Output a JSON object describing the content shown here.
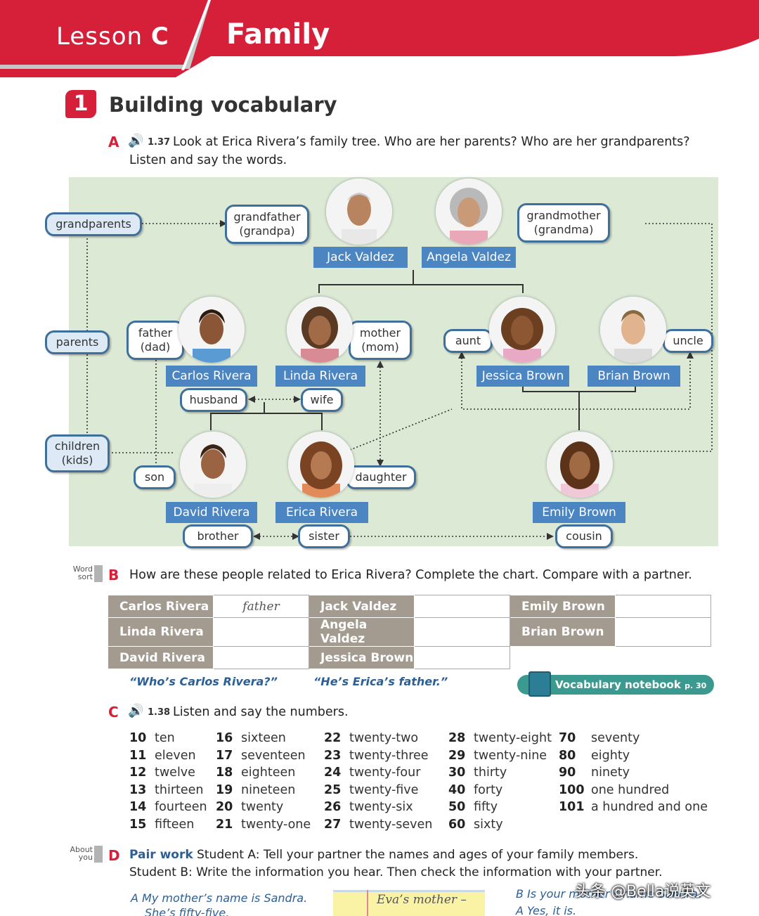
{
  "header": {
    "lesson_label": "Lesson",
    "lesson_letter": "C",
    "title": "Family"
  },
  "section": {
    "number": "1",
    "title": "Building vocabulary"
  },
  "exercise_a": {
    "letter": "A",
    "track": "1.37",
    "line1": "Look at Erica Rivera’s family tree. Who are her parents? Who are her grandparents?",
    "line2": "Listen and say the words."
  },
  "tree": {
    "side_labels": {
      "grandparents": "grandparents",
      "parents": "parents",
      "children1": "children",
      "children2": "(kids)"
    },
    "labels": {
      "grandfather1": "grandfather",
      "grandfather2": "(grandpa)",
      "grandmother1": "grandmother",
      "grandmother2": "(grandma)",
      "father1": "father",
      "father2": "(dad)",
      "mother1": "mother",
      "mother2": "(mom)",
      "aunt": "aunt",
      "uncle": "uncle",
      "husband": "husband",
      "wife": "wife",
      "son": "son",
      "daughter": "daughter",
      "brother": "brother",
      "sister": "sister",
      "cousin": "cousin"
    },
    "names": {
      "jack": "Jack Valdez",
      "angela": "Angela Valdez",
      "carlos": "Carlos Rivera",
      "linda": "Linda Rivera",
      "jessica": "Jessica Brown",
      "brian": "Brian Brown",
      "david": "David Rivera",
      "erica": "Erica Rivera",
      "emily": "Emily Brown"
    }
  },
  "exercise_b": {
    "word_sort1": "Word",
    "word_sort2": "sort",
    "letter": "B",
    "instruction": "How are these people related to Erica Rivera? Complete the chart. Compare with a partner.",
    "rows": [
      [
        {
          "name": "Carlos Rivera",
          "value": "father"
        },
        {
          "name": "Jack Valdez",
          "value": ""
        },
        {
          "name": "Emily Brown",
          "value": ""
        }
      ],
      [
        {
          "name": "Linda Rivera",
          "value": ""
        },
        {
          "name": "Angela Valdez",
          "value": ""
        },
        {
          "name": "Brian Brown",
          "value": ""
        }
      ],
      [
        {
          "name": "David Rivera",
          "value": ""
        },
        {
          "name": "Jessica Brown",
          "value": ""
        }
      ]
    ],
    "question": "“Who’s Carlos Rivera?”",
    "answer": "“He’s Erica’s father.”",
    "notebook_label": "Vocabulary notebook",
    "notebook_page": "p. 30"
  },
  "exercise_c": {
    "letter": "C",
    "track": "1.38",
    "instruction": "Listen and say the numbers.",
    "columns": [
      [
        [
          "10",
          "ten"
        ],
        [
          "11",
          "eleven"
        ],
        [
          "12",
          "twelve"
        ],
        [
          "13",
          "thirteen"
        ],
        [
          "14",
          "fourteen"
        ],
        [
          "15",
          "fifteen"
        ]
      ],
      [
        [
          "16",
          "sixteen"
        ],
        [
          "17",
          "seventeen"
        ],
        [
          "18",
          "eighteen"
        ],
        [
          "19",
          "nineteen"
        ],
        [
          "20",
          "twenty"
        ],
        [
          "21",
          "twenty-one"
        ]
      ],
      [
        [
          "22",
          "twenty-two"
        ],
        [
          "23",
          "twenty-three"
        ],
        [
          "24",
          "twenty-four"
        ],
        [
          "25",
          "twenty-five"
        ],
        [
          "26",
          "twenty-six"
        ],
        [
          "27",
          "twenty-seven"
        ]
      ],
      [
        [
          "28",
          "twenty-eight"
        ],
        [
          "29",
          "twenty-nine"
        ],
        [
          "30",
          "thirty"
        ],
        [
          "40",
          "forty"
        ],
        [
          "50",
          "fifty"
        ],
        [
          "60",
          "sixty"
        ]
      ],
      [
        [
          "70",
          "seventy"
        ],
        [
          "80",
          "eighty"
        ],
        [
          "90",
          "ninety"
        ],
        [
          "100",
          "one hundred"
        ],
        [
          "101",
          "a hundred and one"
        ]
      ]
    ]
  },
  "exercise_d": {
    "about1": "About",
    "about2": "you",
    "letter": "D",
    "pair_work": "Pair work",
    "line1": "Student A: Tell your partner the names and ages of your family members.",
    "line2": "Student B: Write the information you hear. Then check the information with your partner.",
    "dialog_a1": "A  My mother’s name is Sandra.",
    "dialog_a2": "She’s fifty-five.",
    "note": "Eva’s mother –",
    "dialog_b1": "B  Is your mother’s name Sandra?",
    "dialog_b2": "A  Yes, it is."
  },
  "watermark": "头条 @Bella说英文",
  "colors": {
    "brand_red": "#d6203a",
    "name_blue": "#4b85c2",
    "label_border": "#3f6f9c",
    "tree_bg": "#dce9d5",
    "chart_header": "#a39a90"
  }
}
